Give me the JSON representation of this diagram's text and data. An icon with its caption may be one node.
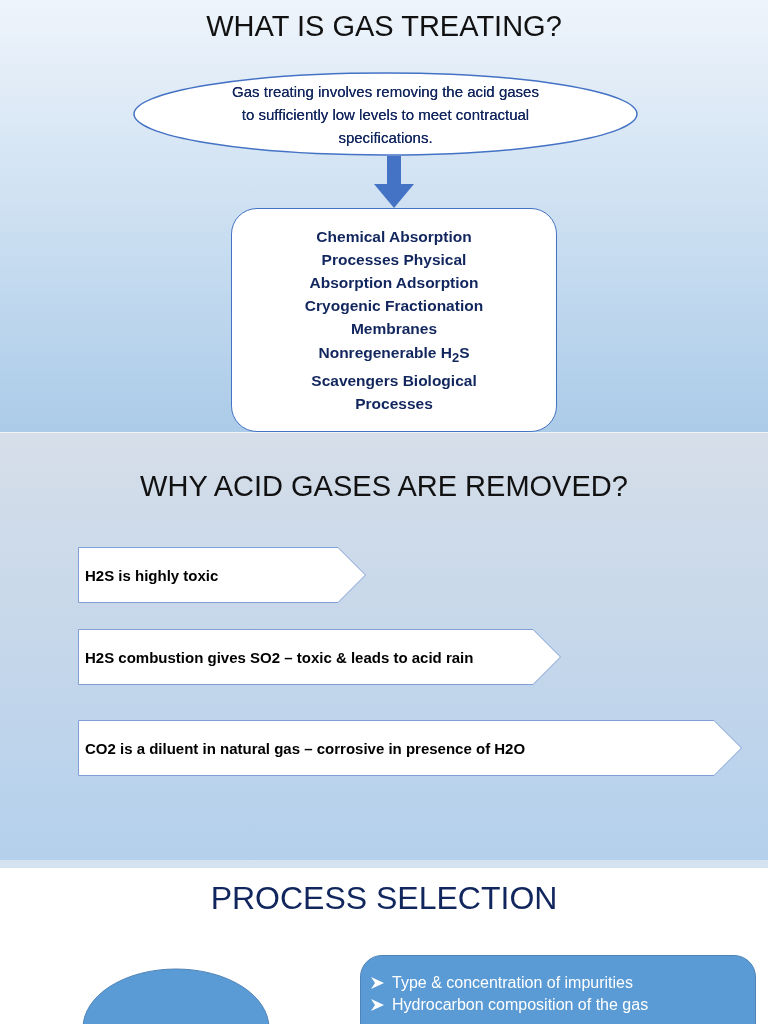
{
  "diagram": {
    "title": "WHAT IS GAS TREATING?",
    "nodes": [
      {
        "text": [
          "Gas treating involves removing the acid gases to sufficiently low levels to meet contractual specifications."
        ]
      },
      {
        "text": [
          "Chemical Absorption Processes Physical Absorption Adsorption Cryogenic Fractionation Membranes Nonregenerable H$_{2}$S Scavengers Biological Processes"
        ]
      },
      {
        "text": [
          "H2S is highly toxic"
        ]
      },
      {
        "text": [
          "H2S combustion gives SO2 – toxic & leads to acid rain"
        ]
      },
      {
        "text": [
          "CO2 is a diluent in natural gas – corrosive in presence of H2O"
        ]
      },
      {
        "text": [],
        "shape": "circle"
      },
      {
        "text": [
          "Type & concentration of impurities",
          "Hydrocarbon composition of the gas"
        ]
      }
    ],
    "edges": [
      {
        "from": 0,
        "to": 1,
        "arrow": "to"
      }
    ],
    "labels": [
      "WHY ACID GASES ARE REMOVED?",
      "PROCESS SELECTION"
    ]
  }
}
